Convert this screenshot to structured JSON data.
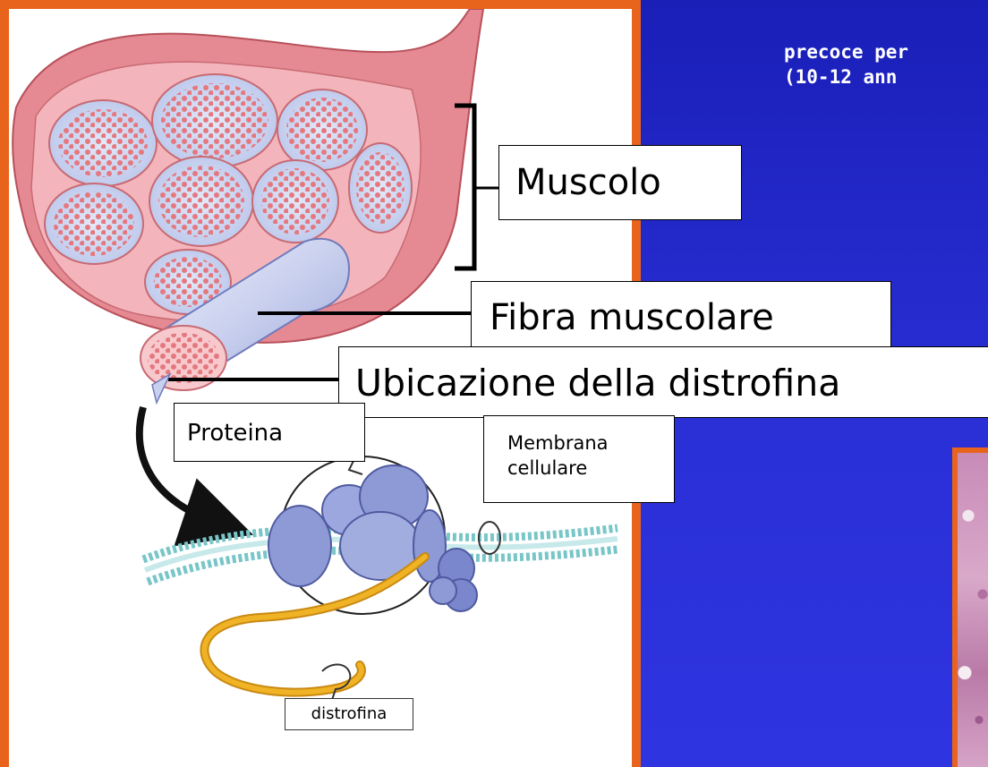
{
  "slide": {
    "text_lines": [
      "precoce per",
      "(10-12 ann"
    ]
  },
  "diagram": {
    "labels": {
      "muscolo": "Muscolo",
      "fibra": "Fibra muscolare",
      "ubicazione": "Ubicazione della distrofina",
      "proteina": "Proteina",
      "membrana": "Membrana cellulare",
      "distrofina": "distrofina"
    }
  },
  "colors": {
    "background": "#2a2fd6",
    "panel_border": "#e8641c",
    "muscle_pink": "#e58a93",
    "fiber_blue": "#c8cfee",
    "protein_blue": "#8d9ad6",
    "dystrophin_yellow": "#f0b326",
    "membrane_teal": "#79c6c9"
  }
}
